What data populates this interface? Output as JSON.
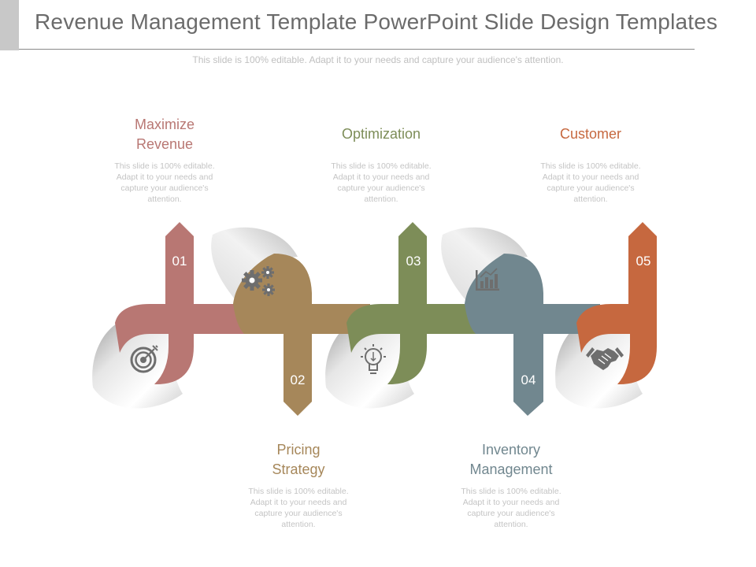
{
  "slide": {
    "title": "Revenue Management Template PowerPoint Slide Design Templates",
    "subtitle": "This slide is 100% editable. Adapt it to your needs and capture your audience's attention."
  },
  "colors": {
    "step1": "#b87773",
    "step2": "#a6875a",
    "step3": "#7d8d58",
    "step4": "#71878f",
    "step5": "#c6683f"
  },
  "steps": [
    {
      "number": "01",
      "title": "Maximize\nRevenue",
      "description": "This slide is 100% editable. Adapt it to your needs and capture your audience's attention.",
      "icon": "target-icon"
    },
    {
      "number": "02",
      "title": "Pricing\nStrategy",
      "description": "This slide is 100% editable. Adapt it to your needs and capture your audience's attention.",
      "icon": "gears-icon"
    },
    {
      "number": "03",
      "title": "Optimization",
      "description": "This slide is 100% editable. Adapt it to your needs and capture your audience's attention.",
      "icon": "lightbulb-icon"
    },
    {
      "number": "04",
      "title": "Inventory\nManagement",
      "description": "This slide is 100% editable. Adapt it to your needs and capture your audience's attention.",
      "icon": "bar-chart-icon"
    },
    {
      "number": "05",
      "title": "Customer",
      "description": "This slide is 100% editable. Adapt it to your needs and capture your audience's attention.",
      "icon": "handshake-icon"
    }
  ]
}
